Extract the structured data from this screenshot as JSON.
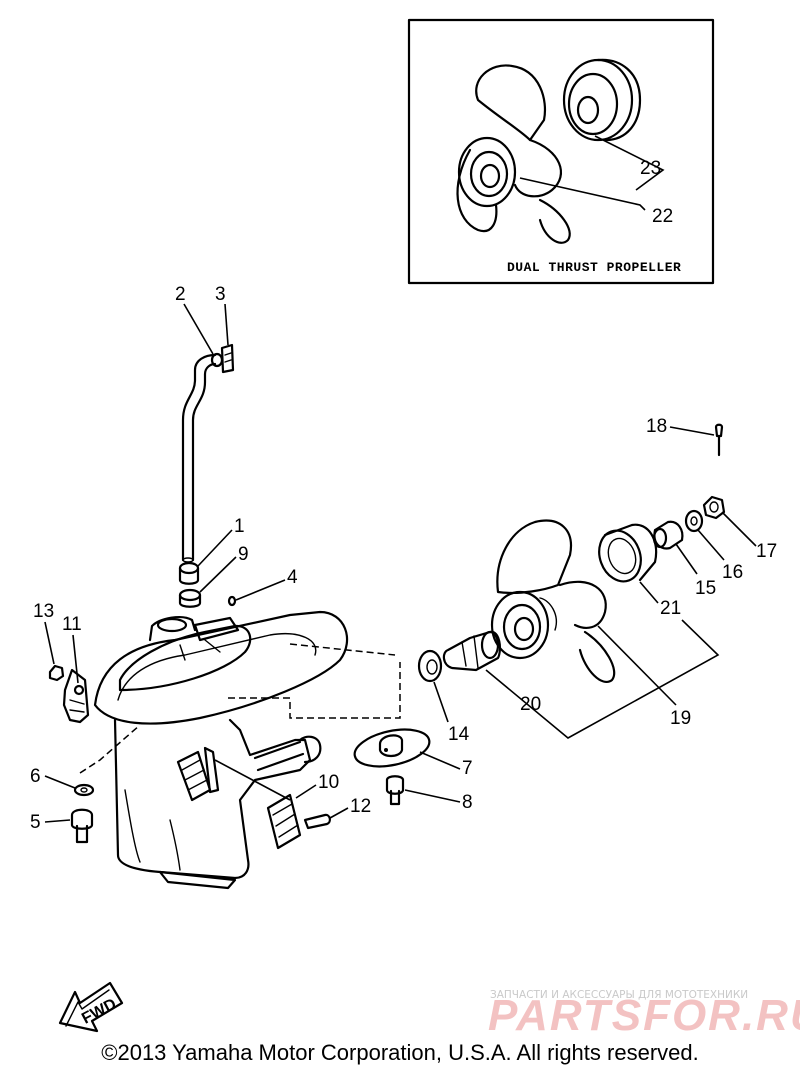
{
  "inset": {
    "caption": "DUAL THRUST PROPELLER",
    "callouts": [
      "23",
      "22"
    ]
  },
  "callouts": {
    "c1": "1",
    "c2": "2",
    "c3": "3",
    "c4": "4",
    "c5": "5",
    "c6": "6",
    "c7": "7",
    "c8": "8",
    "c9": "9",
    "c10": "10",
    "c11": "11",
    "c12": "12",
    "c13": "13",
    "c14": "14",
    "c15": "15",
    "c16": "16",
    "c17": "17",
    "c18": "18",
    "c19": "19",
    "c20": "20",
    "c21": "21"
  },
  "fwd_label": "FWD",
  "watermark": {
    "tagline": "ЗАПЧАСТИ И АКСЕССУАРЫ ДЛЯ МОТОТЕХНИКИ",
    "brand": "PARTSFOR.RU"
  },
  "copyright": "©2013 Yamaha Motor Corporation, U.S.A. All rights reserved."
}
